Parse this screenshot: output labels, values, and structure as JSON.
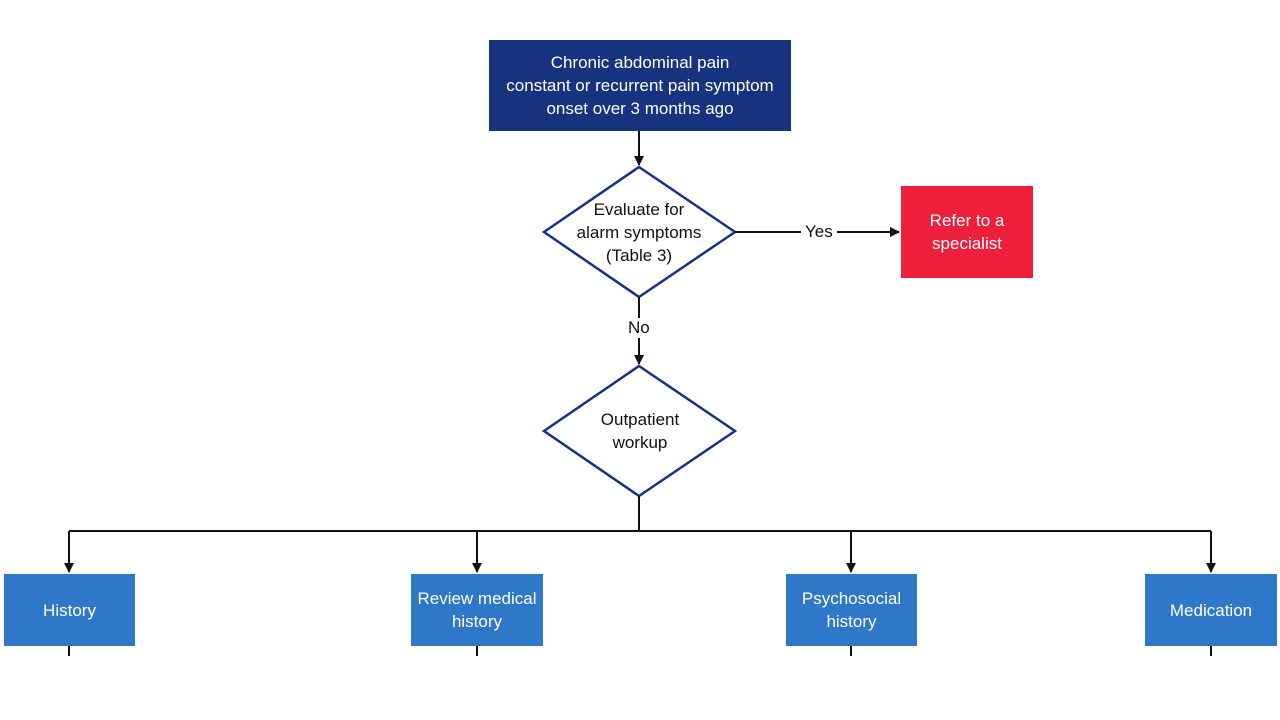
{
  "colors": {
    "start_box": "#17337f",
    "decision_border": "#17337f",
    "refer_box": "#ed1f3a",
    "workup_box": "#2f78c9",
    "connector": "#111111"
  },
  "start": {
    "text": "Chronic abdominal pain\nconstant or recurrent pain symptom\nonset over 3 months ago"
  },
  "decision_alarm": {
    "text": "Evaluate for\nalarm symptoms\n(Table 3)"
  },
  "edge_yes": {
    "label": "Yes"
  },
  "edge_no": {
    "label": "No"
  },
  "refer": {
    "text": "Refer to a\nspecialist"
  },
  "decision_outpatient": {
    "text": "Outpatient\nworkup"
  },
  "workup_items": [
    {
      "text": "History"
    },
    {
      "text": "Review medical\nhistory"
    },
    {
      "text": "Psychosocial\nhistory"
    },
    {
      "text": "Medication"
    }
  ]
}
